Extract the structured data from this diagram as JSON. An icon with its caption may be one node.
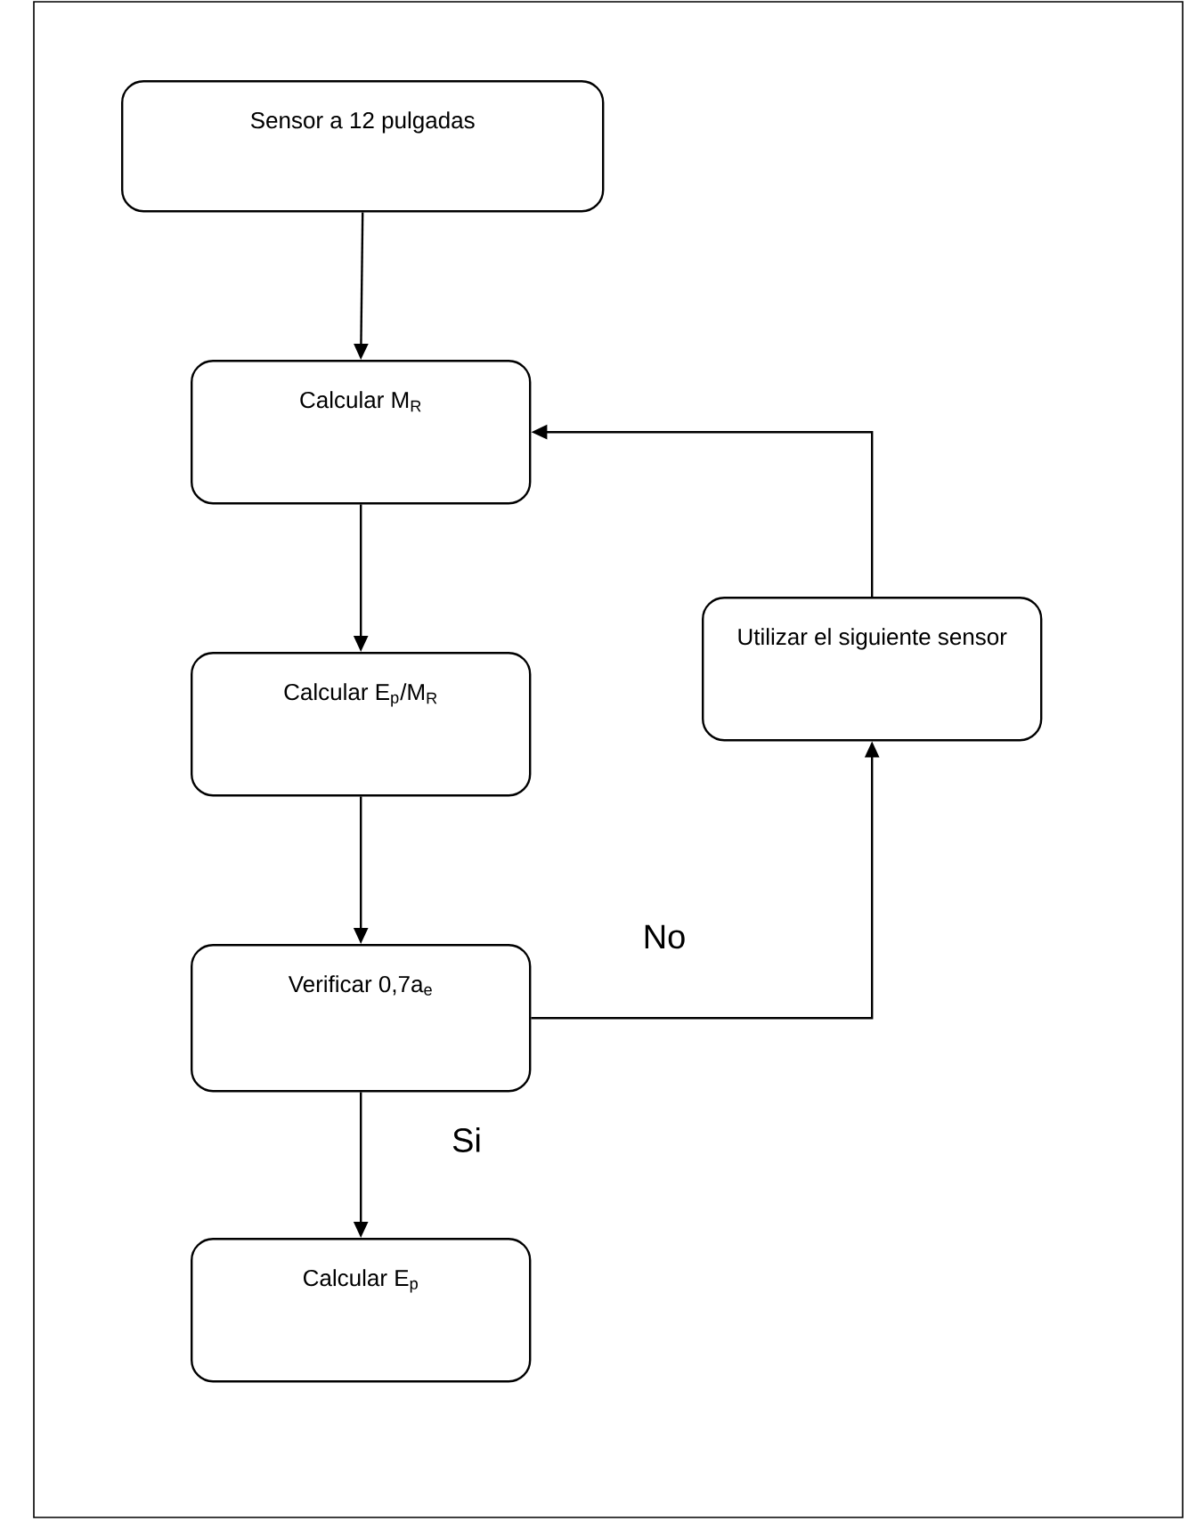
{
  "diagram": {
    "nodes": [
      {
        "text": [
          "Sensor a 12 pulgadas"
        ]
      },
      {
        "text": [
          "Calcular M$_{R}$"
        ]
      },
      {
        "text": [
          "Calcular E$_{p}$/M$_{R}$"
        ]
      },
      {
        "text": [
          "Verificar 0,7a$_{e}$"
        ]
      },
      {
        "text": [
          "Calcular E$_{p}$"
        ]
      },
      {
        "text": [
          "Utilizar el siguiente sensor"
        ]
      }
    ],
    "edges": [
      {
        "from": 0,
        "to": 1,
        "arrow": "to"
      },
      {
        "from": 1,
        "to": 2,
        "arrow": "to"
      },
      {
        "from": 2,
        "to": 3,
        "arrow": "to"
      },
      {
        "from": 3,
        "to": 4,
        "arrow": "to",
        "label": "Si"
      },
      {
        "from": 3,
        "to": 5,
        "arrow": "to",
        "label": "No"
      },
      {
        "from": 5,
        "to": 1,
        "arrow": "to"
      }
    ]
  }
}
